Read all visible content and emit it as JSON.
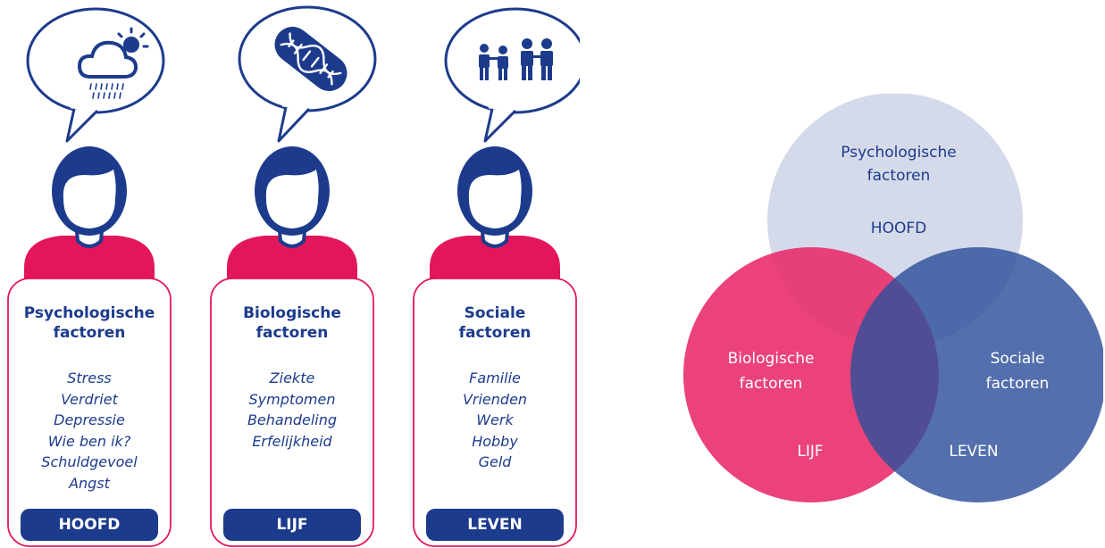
{
  "panels": [
    {
      "id": "psychologisch",
      "icon": "weather-icon",
      "title_line1": "Psychologische",
      "title_line2": "factoren",
      "items": [
        "Stress",
        "Verdriet",
        "Depressie",
        "Wie ben ik?",
        "Schuldgevoel",
        "Angst"
      ],
      "badge": "HOOFD"
    },
    {
      "id": "biologisch",
      "icon": "dna-icon",
      "title_line1": "Biologische",
      "title_line2": "factoren",
      "items": [
        "Ziekte",
        "Symptomen",
        "Behandeling",
        "Erfelijkheid"
      ],
      "badge": "LIJF"
    },
    {
      "id": "sociaal",
      "icon": "people-group-icon",
      "title_line1": "Sociale",
      "title_line2": "factoren",
      "items": [
        "Familie",
        "Vrienden",
        "Werk",
        "Hobby",
        "Geld"
      ],
      "badge": "LEVEN"
    }
  ],
  "venn": {
    "top": {
      "line1": "Psychologische",
      "line2": "factoren",
      "tag": "HOOFD"
    },
    "left": {
      "line1": "Biologische",
      "line2": "factoren",
      "tag": "LIJF"
    },
    "right": {
      "line1": "Sociale",
      "line2": "factoren",
      "tag": "LEVEN"
    }
  },
  "colors": {
    "navy": "#1c3b8c",
    "pink": "#e3165b",
    "circle_top": "#cdd3e6",
    "circle_left": "#e8326e",
    "circle_right": "#3e5ea4"
  }
}
